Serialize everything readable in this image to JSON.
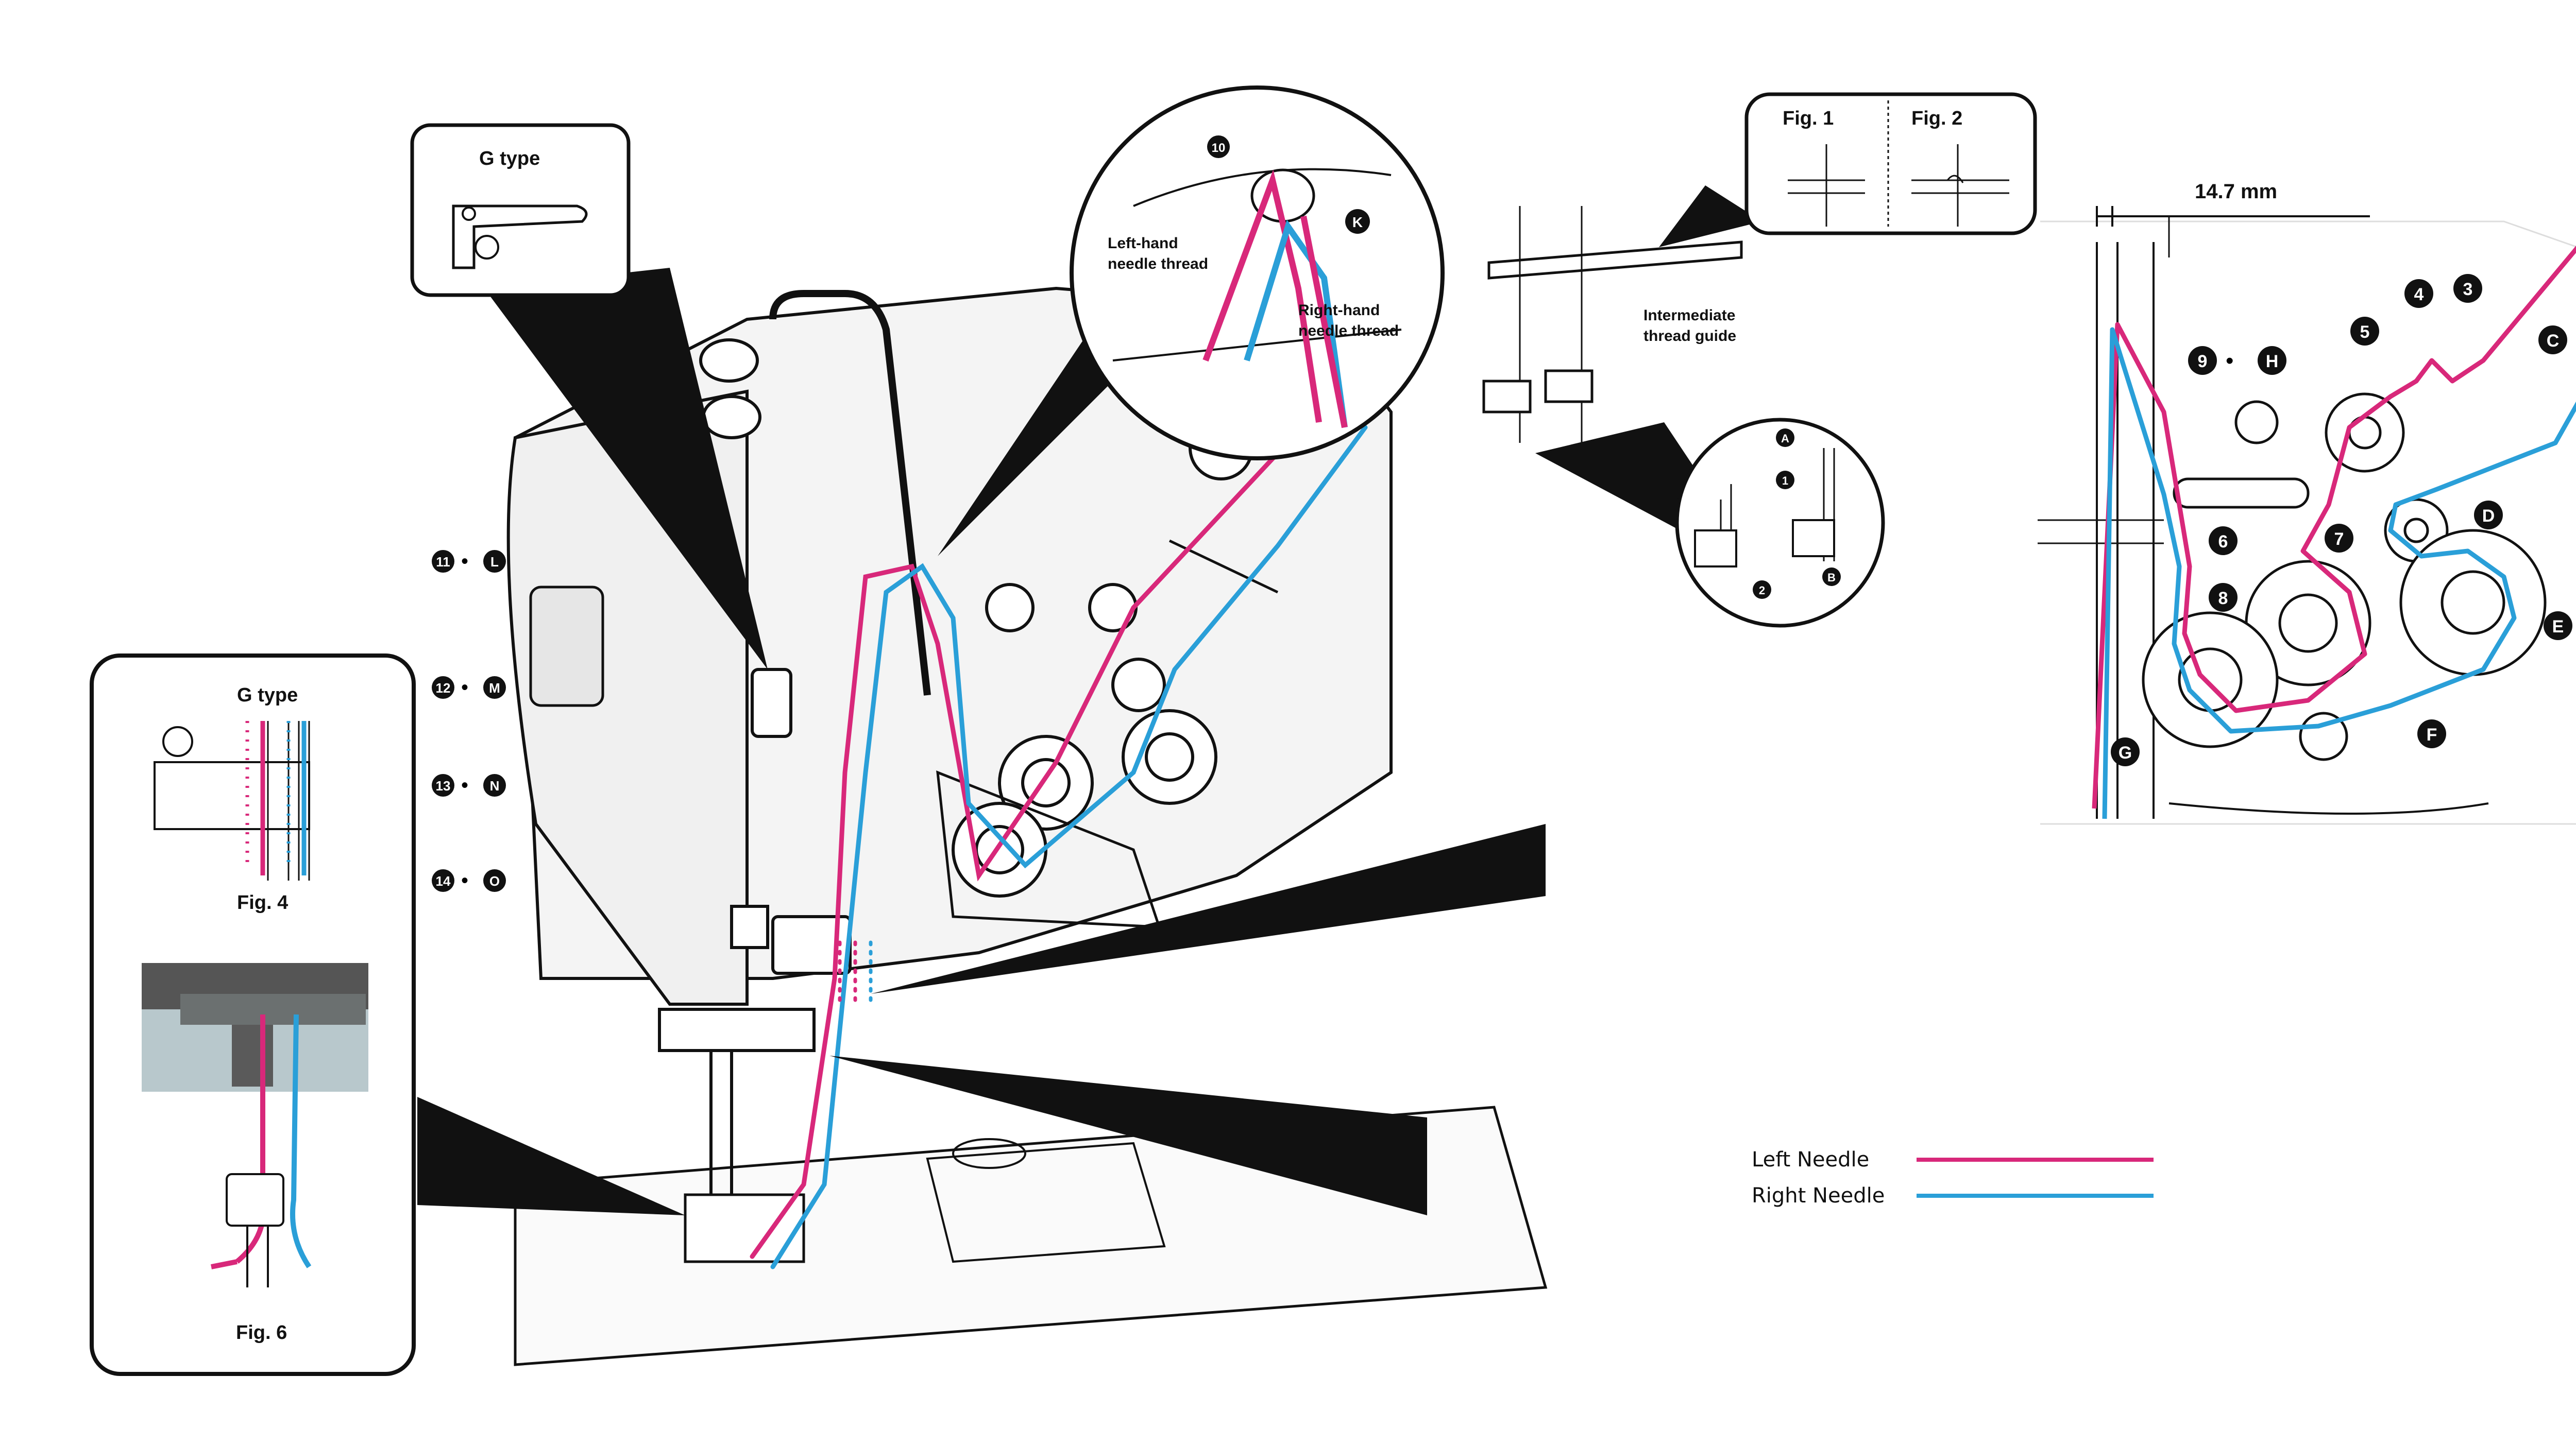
{
  "colors": {
    "left_needle": "#d8287a",
    "right_needle": "#2a9fd8",
    "line": "#111111",
    "machine": "#f4f4f4"
  },
  "callouts": {
    "g_type_top": "G type",
    "g_type_inset": "G type",
    "fig1": "Fig. 1",
    "fig2": "Fig. 2",
    "fig4": "Fig. 4",
    "fig6": "Fig. 6",
    "left_hand_line1": "Left-hand",
    "left_hand_line2": "needle thread",
    "right_hand_line1": "Right-hand",
    "right_hand_line2": "needle thread",
    "intermediate_line1": "Intermediate",
    "intermediate_line2": "thread guide",
    "dimension": "14.7 mm"
  },
  "markers": {
    "m1": "1",
    "m2": "2",
    "m3": "3",
    "m4": "4",
    "m5": "5",
    "m6": "6",
    "m7": "7",
    "m8": "8",
    "m9": "9",
    "m10": "10",
    "m11": "11",
    "m12": "12",
    "m13": "13",
    "m14": "14",
    "mA": "A",
    "mB": "B",
    "mC": "C",
    "mD": "D",
    "mE": "E",
    "mF": "F",
    "mG": "G",
    "mH": "H",
    "mK": "K",
    "mL": "L",
    "mM": "M",
    "mN": "N",
    "mO": "O",
    "dot": "•"
  },
  "legend": [
    {
      "label": "Left Needle",
      "color": "#d8287a"
    },
    {
      "label": "Right Needle",
      "color": "#2a9fd8"
    }
  ]
}
